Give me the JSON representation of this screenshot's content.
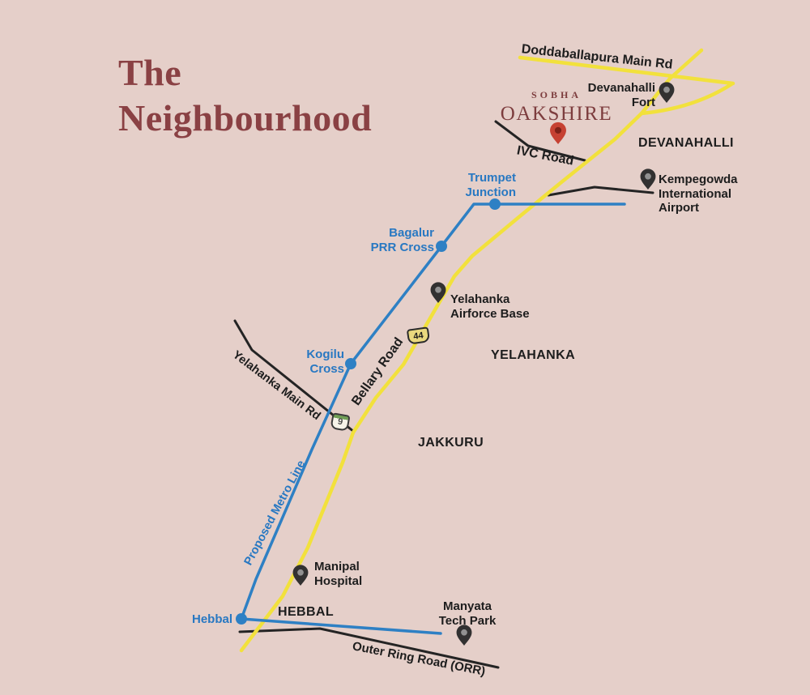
{
  "title": {
    "text": "The\nNeighbourhood",
    "color": "#8a4144"
  },
  "brand": {
    "name": "SOBHA",
    "project": "OAKSHIRE",
    "color": "#7d3d3e"
  },
  "colors": {
    "background": "#e5cfc9",
    "highway_yellow": "#f2e13c",
    "metro_blue": "#2e80c4",
    "road_black": "#242424",
    "label_blue": "#2878c2",
    "label_black": "#1d1d1d",
    "pin_dark": "#323131",
    "pin_dark_inner": "#919191",
    "pin_red": "#c64132",
    "pin_red_inner": "#7e2118"
  },
  "road_labels": [
    {
      "text": "Doddaballapura Main Rd"
    },
    {
      "text": "IVC Road"
    },
    {
      "text": "Bellary Road"
    },
    {
      "text": "Yelahanka Main Rd"
    },
    {
      "text": "Proposed Metro Line"
    },
    {
      "text": "Outer Ring Road (ORR)"
    }
  ],
  "area_labels": [
    {
      "text": "DEVANAHALLI"
    },
    {
      "text": "YELAHANKA"
    },
    {
      "text": "JAKKURU"
    },
    {
      "text": "HEBBAL"
    }
  ],
  "metro_stations": [
    {
      "label": "Trumpet\nJunction"
    },
    {
      "label": "Bagalur\nPRR Cross"
    },
    {
      "label": "Kogilu\nCross"
    },
    {
      "label": "Hebbal"
    }
  ],
  "places": [
    {
      "label": "Devanahalli\nFort"
    },
    {
      "label": "Kempegowda\nInternational\nAirport"
    },
    {
      "label": "Yelahanka\nAirforce Base"
    },
    {
      "label": "Manipal\nHospital"
    },
    {
      "label": "Manyata\nTech Park"
    }
  ],
  "highway_shields": [
    {
      "number": "44"
    },
    {
      "number": "9"
    }
  ]
}
